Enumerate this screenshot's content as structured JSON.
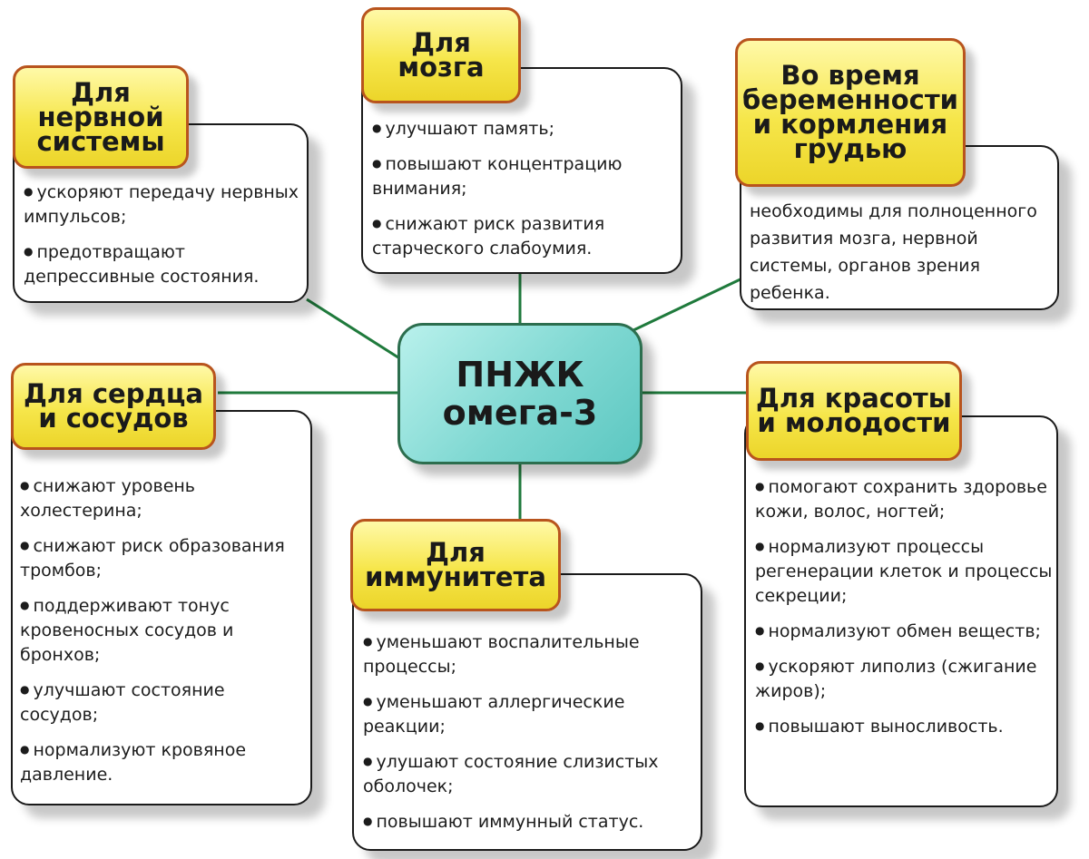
{
  "center": {
    "line1": "ПНЖК",
    "line2": "омега-3"
  },
  "nerve": {
    "title": "Для\nнервной\nсистемы",
    "items": [
      "ускоряют передачу нервных импульсов;",
      "предотвращают депрессивные состояния."
    ]
  },
  "brain": {
    "title": "Для\nмозга",
    "items": [
      "улучшают память;",
      "повышают концентрацию внимания;",
      "снижают риск развития старческого слабоумия."
    ]
  },
  "pregnancy": {
    "title": "Во время\nбеременности\nи кормления\nгрудью",
    "text": "необходимы для полноценного развития мозга, нервной системы, органов зрения ребенка."
  },
  "heart": {
    "title": "Для сердца\nи сосудов",
    "items": [
      "снижают уровень холестерина;",
      "снижают риск образования тромбов;",
      "поддерживают тонус кровеносных сосудов и бронхов;",
      "улучшают состояние сосудов;",
      "нормализуют кровяное давление."
    ]
  },
  "immunity": {
    "title": "Для\nиммунитета",
    "items": [
      "уменьшают воспалительные процессы;",
      "уменьшают аллергические реакции;",
      "улушают состояние слизистых оболочек;",
      "повышают иммунный статус."
    ]
  },
  "beauty": {
    "title": "Для красоты\nи молодости",
    "items": [
      "помогают сохранить здоровье кожи, волос, ногтей;",
      "нормализуют процессы регенерации клеток и процессы секреции;",
      "нормализуют обмен веществ;",
      "ускоряют липолиз (сжигание жиров);",
      "повышают выносливость."
    ]
  }
}
